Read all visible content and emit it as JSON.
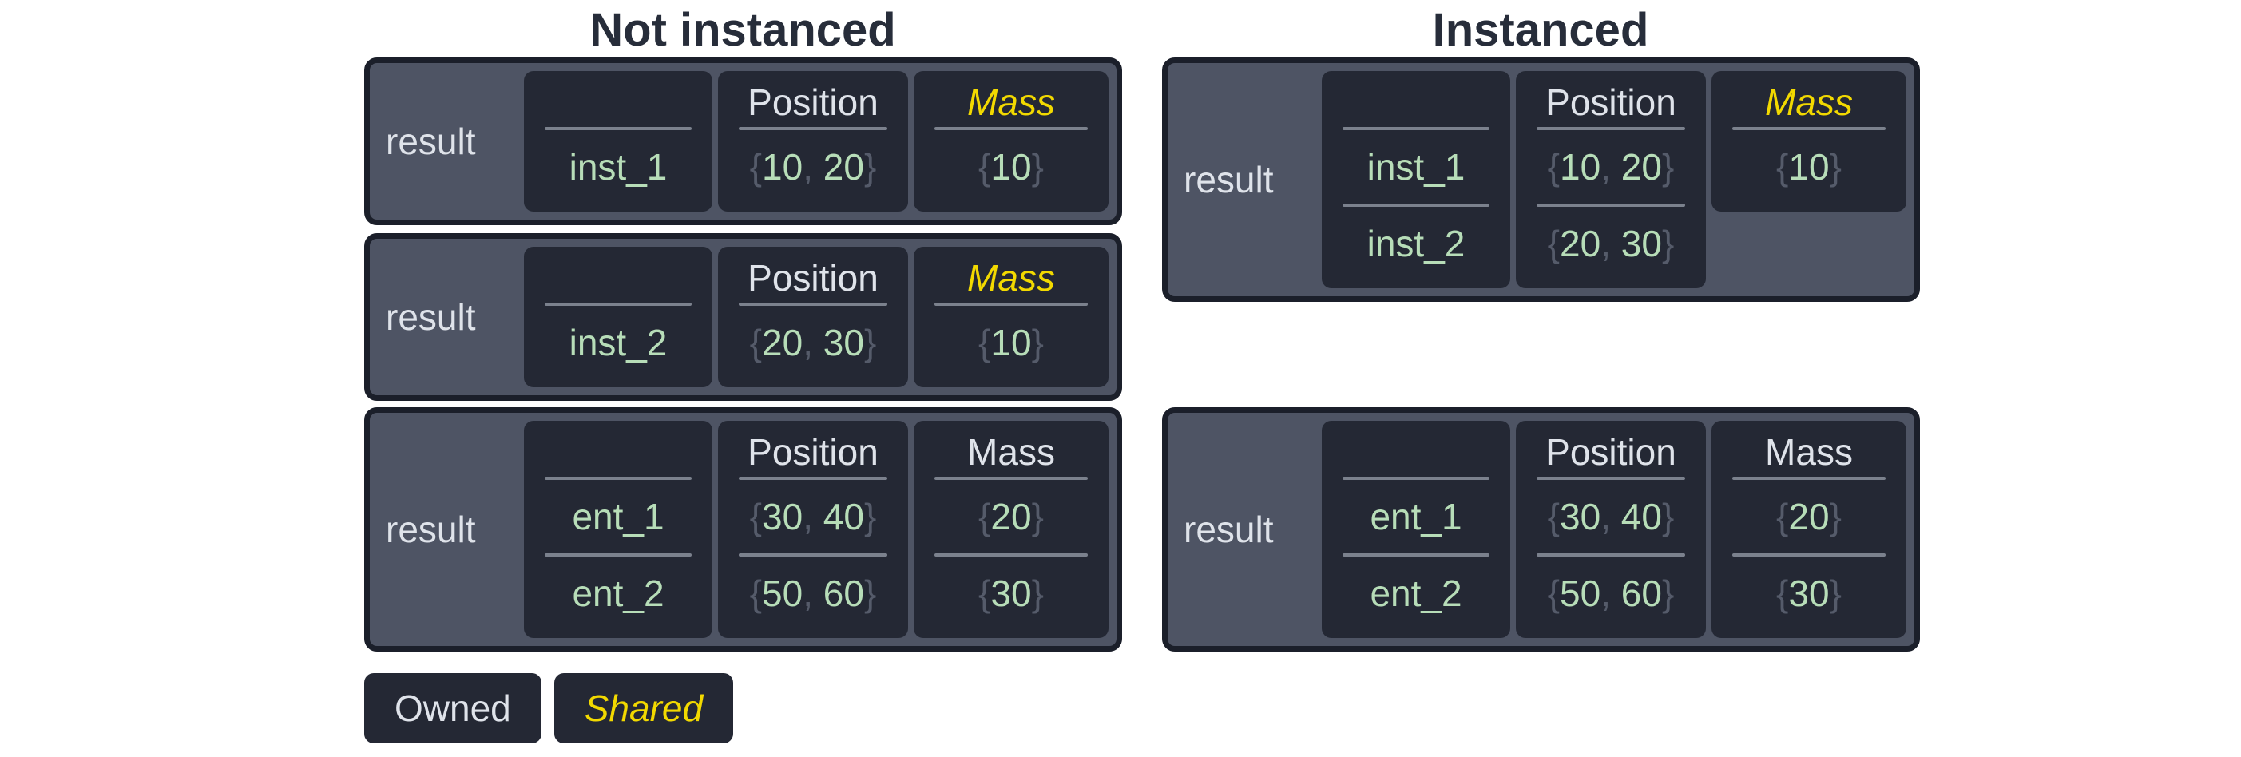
{
  "titles": {
    "left": "Not instanced",
    "right": "Instanced"
  },
  "colors": {
    "page_background": "#ffffff",
    "title_text": "#272D3A",
    "table_background": "#4E5464",
    "table_border": "#1B1F2A",
    "cell_background": "#242834",
    "divider": "#7B818D",
    "label_text": "#DFE3EA",
    "owned_header_text": "#DFE3EA",
    "shared_header_text": "#F2D900",
    "value_text": "#B7DDB8",
    "punctuation_text": "#555B6A"
  },
  "tables": {
    "left1": {
      "label": "result",
      "columns": [
        {
          "header": "",
          "values": [
            {
              "open": "",
              "a": "inst_1",
              "sep": "",
              "b": "",
              "close": ""
            }
          ]
        },
        {
          "header": "Position",
          "values": [
            {
              "open": "{",
              "a": "10",
              "sep": ", ",
              "b": "20",
              "close": "}"
            }
          ]
        },
        {
          "header": "Mass",
          "values": [
            {
              "open": "{",
              "a": "10",
              "sep": "",
              "b": "",
              "close": "}"
            }
          ]
        }
      ]
    },
    "left2": {
      "label": "result",
      "columns": [
        {
          "header": "",
          "values": [
            {
              "open": "",
              "a": "inst_2",
              "sep": "",
              "b": "",
              "close": ""
            }
          ]
        },
        {
          "header": "Position",
          "values": [
            {
              "open": "{",
              "a": "20",
              "sep": ", ",
              "b": "30",
              "close": "}"
            }
          ]
        },
        {
          "header": "Mass",
          "values": [
            {
              "open": "{",
              "a": "10",
              "sep": "",
              "b": "",
              "close": "}"
            }
          ]
        }
      ]
    },
    "left3": {
      "label": "result",
      "columns": [
        {
          "header": "",
          "values": [
            {
              "open": "",
              "a": "ent_1",
              "sep": "",
              "b": "",
              "close": ""
            },
            {
              "open": "",
              "a": "ent_2",
              "sep": "",
              "b": "",
              "close": ""
            }
          ]
        },
        {
          "header": "Position",
          "values": [
            {
              "open": "{",
              "a": "30",
              "sep": ", ",
              "b": "40",
              "close": "}"
            },
            {
              "open": "{",
              "a": "50",
              "sep": ", ",
              "b": "60",
              "close": "}"
            }
          ]
        },
        {
          "header": "Mass",
          "values": [
            {
              "open": "{",
              "a": "20",
              "sep": "",
              "b": "",
              "close": "}"
            },
            {
              "open": "{",
              "a": "30",
              "sep": "",
              "b": "",
              "close": "}"
            }
          ]
        }
      ]
    },
    "right1": {
      "label": "result",
      "columns": [
        {
          "header": "",
          "values": [
            {
              "open": "",
              "a": "inst_1",
              "sep": "",
              "b": "",
              "close": ""
            },
            {
              "open": "",
              "a": "inst_2",
              "sep": "",
              "b": "",
              "close": ""
            }
          ]
        },
        {
          "header": "Position",
          "values": [
            {
              "open": "{",
              "a": "10",
              "sep": ", ",
              "b": "20",
              "close": "}"
            },
            {
              "open": "{",
              "a": "20",
              "sep": ", ",
              "b": "30",
              "close": "}"
            }
          ]
        },
        {
          "header": "Mass",
          "values": [
            {
              "open": "{",
              "a": "10",
              "sep": "",
              "b": "",
              "close": "}"
            }
          ]
        }
      ]
    },
    "right2": {
      "label": "result",
      "columns": [
        {
          "header": "",
          "values": [
            {
              "open": "",
              "a": "ent_1",
              "sep": "",
              "b": "",
              "close": ""
            },
            {
              "open": "",
              "a": "ent_2",
              "sep": "",
              "b": "",
              "close": ""
            }
          ]
        },
        {
          "header": "Position",
          "values": [
            {
              "open": "{",
              "a": "30",
              "sep": ", ",
              "b": "40",
              "close": "}"
            },
            {
              "open": "{",
              "a": "50",
              "sep": ", ",
              "b": "60",
              "close": "}"
            }
          ]
        },
        {
          "header": "Mass",
          "values": [
            {
              "open": "{",
              "a": "20",
              "sep": "",
              "b": "",
              "close": "}"
            },
            {
              "open": "{",
              "a": "30",
              "sep": "",
              "b": "",
              "close": "}"
            }
          ]
        }
      ]
    }
  },
  "legend": {
    "owned_label": "Owned",
    "shared_label": "Shared"
  }
}
